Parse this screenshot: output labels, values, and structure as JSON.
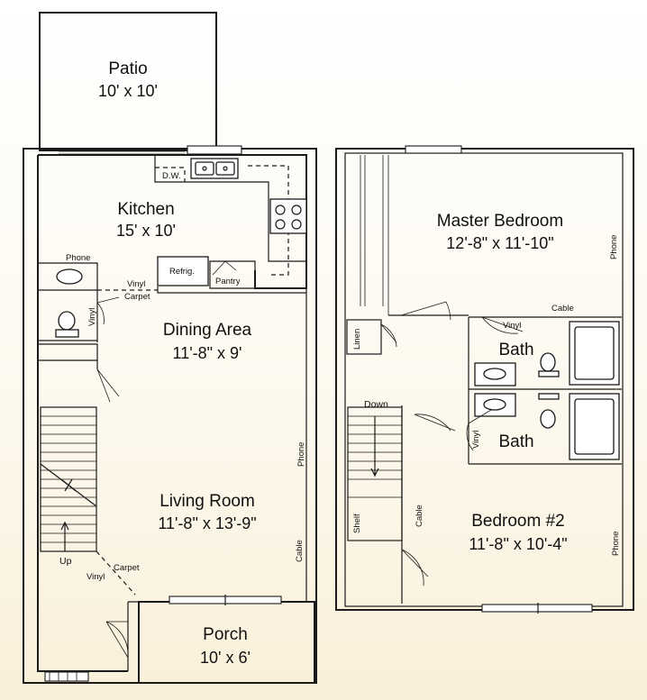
{
  "rooms": {
    "patio": {
      "name": "Patio",
      "dim": "10' x 10'"
    },
    "kitchen": {
      "name": "Kitchen",
      "dim": "15' x 10'"
    },
    "dining": {
      "name": "Dining Area",
      "dim": "11'-8\" x 9'"
    },
    "living": {
      "name": "Living Room",
      "dim": "11'-8\" x 13'-9\""
    },
    "porch": {
      "name": "Porch",
      "dim": "10' x 6'"
    },
    "master": {
      "name": "Master Bedroom",
      "dim": "12'-8\" x 11'-10\""
    },
    "bath1": {
      "name": "Bath"
    },
    "bath2": {
      "name": "Bath"
    },
    "bed2": {
      "name": "Bedroom #2",
      "dim": "11'-8\" x 10'-4\""
    }
  },
  "labels": {
    "dw": "D.W.",
    "refrig": "Refrig.",
    "pantry": "Pantry",
    "phone": "Phone",
    "cable": "Cable",
    "vinyl": "Vinyl",
    "carpet": "Carpet",
    "up": "Up",
    "down": "Down",
    "linen": "Linen",
    "shelf": "Shelf"
  }
}
